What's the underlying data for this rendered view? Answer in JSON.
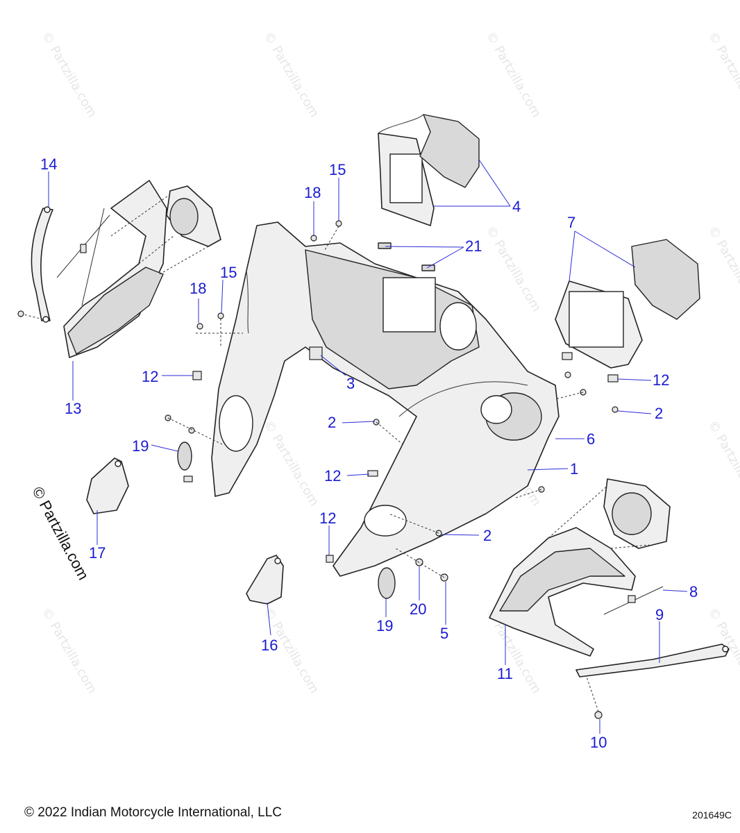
{
  "watermark": {
    "text": "© Partzilla.com"
  },
  "side_watermark": {
    "text": "© Partzilla.com"
  },
  "footer": {
    "copyright": "© 2022 Indian Motorcycle International, LLC",
    "drawing_number": "201649C"
  },
  "callouts": [
    {
      "id": "14",
      "label": "14"
    },
    {
      "id": "13",
      "label": "13"
    },
    {
      "id": "17",
      "label": "17"
    },
    {
      "id": "19a",
      "label": "19"
    },
    {
      "id": "12a",
      "label": "12"
    },
    {
      "id": "18a",
      "label": "18"
    },
    {
      "id": "15a",
      "label": "15"
    },
    {
      "id": "18b",
      "label": "18"
    },
    {
      "id": "15b",
      "label": "15"
    },
    {
      "id": "4",
      "label": "4"
    },
    {
      "id": "21",
      "label": "21"
    },
    {
      "id": "7",
      "label": "7"
    },
    {
      "id": "3",
      "label": "3"
    },
    {
      "id": "12b",
      "label": "12"
    },
    {
      "id": "2a",
      "label": "2"
    },
    {
      "id": "2b",
      "label": "2"
    },
    {
      "id": "6",
      "label": "6"
    },
    {
      "id": "1",
      "label": "1"
    },
    {
      "id": "12c",
      "label": "12"
    },
    {
      "id": "12d",
      "label": "12"
    },
    {
      "id": "2c",
      "label": "2"
    },
    {
      "id": "8",
      "label": "8"
    },
    {
      "id": "9",
      "label": "9"
    },
    {
      "id": "16",
      "label": "16"
    },
    {
      "id": "19b",
      "label": "19"
    },
    {
      "id": "20",
      "label": "20"
    },
    {
      "id": "5",
      "label": "5"
    },
    {
      "id": "11",
      "label": "11"
    },
    {
      "id": "10",
      "label": "10"
    }
  ]
}
